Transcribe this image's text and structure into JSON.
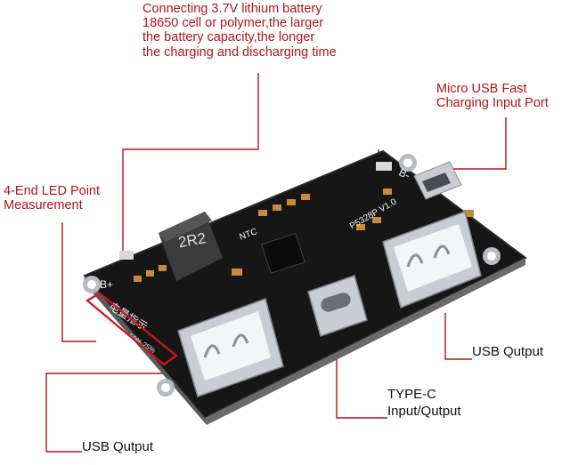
{
  "annotations": {
    "battery": {
      "lines": [
        "Connecting 3.7V lithium battery",
        " 18650 cell or polymer,the larger",
        "the battery capacity,the longer",
        "the charging and discharging time"
      ]
    },
    "micro_usb": {
      "lines": [
        "Micro USB Fast",
        "Charging Input Port"
      ]
    },
    "led": {
      "lines": [
        "4-End LED Point",
        "Measurement"
      ]
    },
    "usb_right": {
      "label": "USB Qutput"
    },
    "type_c": {
      "lines": [
        "TYPE-C",
        "Input/Qutput"
      ]
    },
    "usb_left": {
      "label": "USB Qutput"
    }
  },
  "board": {
    "inductor_marking": "2R2",
    "model_marking": "P5328P V1.0",
    "ntc_label": "NTC",
    "b_plus_label": "B+",
    "b_minus_label": "B-",
    "led_chinese_label": "电量指示",
    "led_levels": [
      "100%",
      "75%",
      "50%",
      "25%"
    ]
  },
  "colors": {
    "annotation_red": "#b0141a",
    "board_black": "#141414",
    "metal": "#c9cdd2"
  }
}
